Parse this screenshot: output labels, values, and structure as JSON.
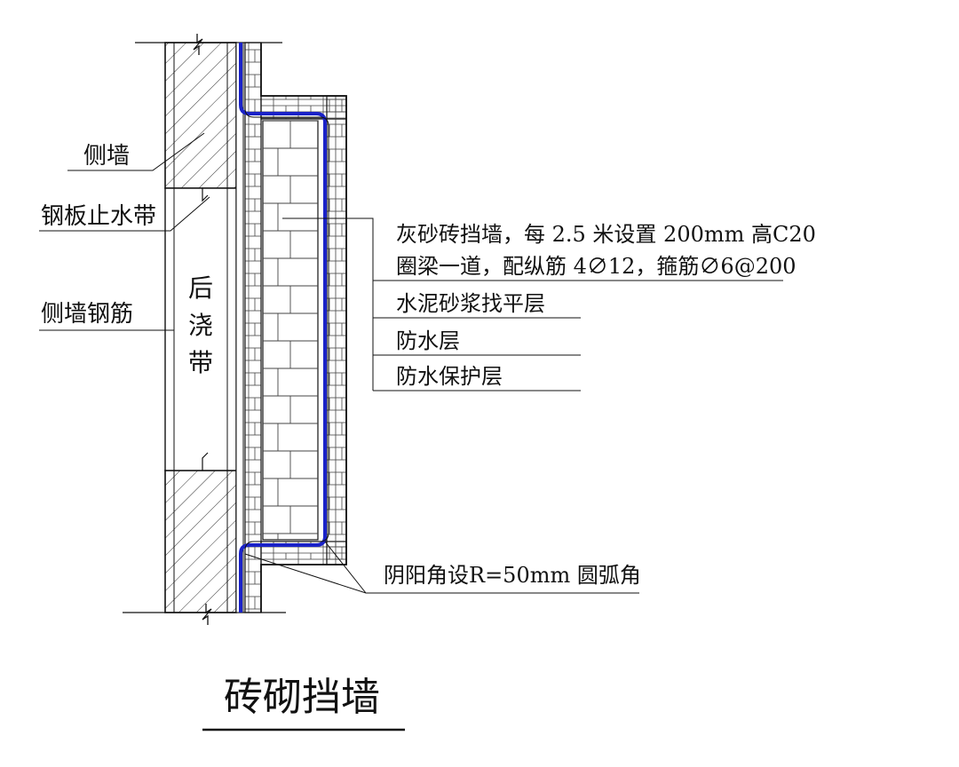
{
  "diagram": {
    "title": "砖砌挡墙",
    "left_labels": {
      "side_wall": "侧墙",
      "steel_waterstop": "钢板止水带",
      "side_wall_rebar": "侧墙钢筋"
    },
    "post_pour_band": "后浇带",
    "right_labels": {
      "brick_wall_line1": "灰砂砖挡墙，每 2.5 米设置 200mm 高C20",
      "brick_wall_line2": "圈梁一道，配纵筋 4∅12，箍筋∅6@200",
      "leveling_layer": "水泥砂浆找平层",
      "waterproof_layer": "防水层",
      "protection_layer": "防水保护层"
    },
    "corner_note": "阴阳角设R=50mm 圆弧角",
    "colors": {
      "line": "#111111",
      "waterproof": "#1a22c8",
      "background": "#ffffff"
    }
  }
}
